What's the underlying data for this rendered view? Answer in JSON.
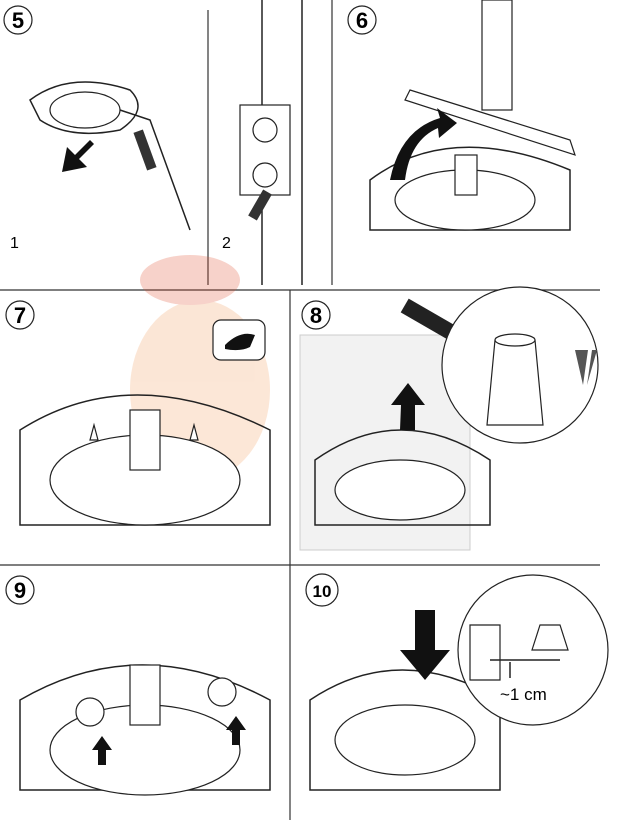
{
  "steps": [
    {
      "number": "5",
      "sublabels": [
        "1",
        "2"
      ]
    },
    {
      "number": "6"
    },
    {
      "number": "7"
    },
    {
      "number": "8"
    },
    {
      "number": "9"
    },
    {
      "number": "10",
      "measurement": "~1 cm"
    }
  ],
  "colors": {
    "line": "#222222",
    "arrow": "#111111",
    "watermark": "#f3c9a0"
  }
}
